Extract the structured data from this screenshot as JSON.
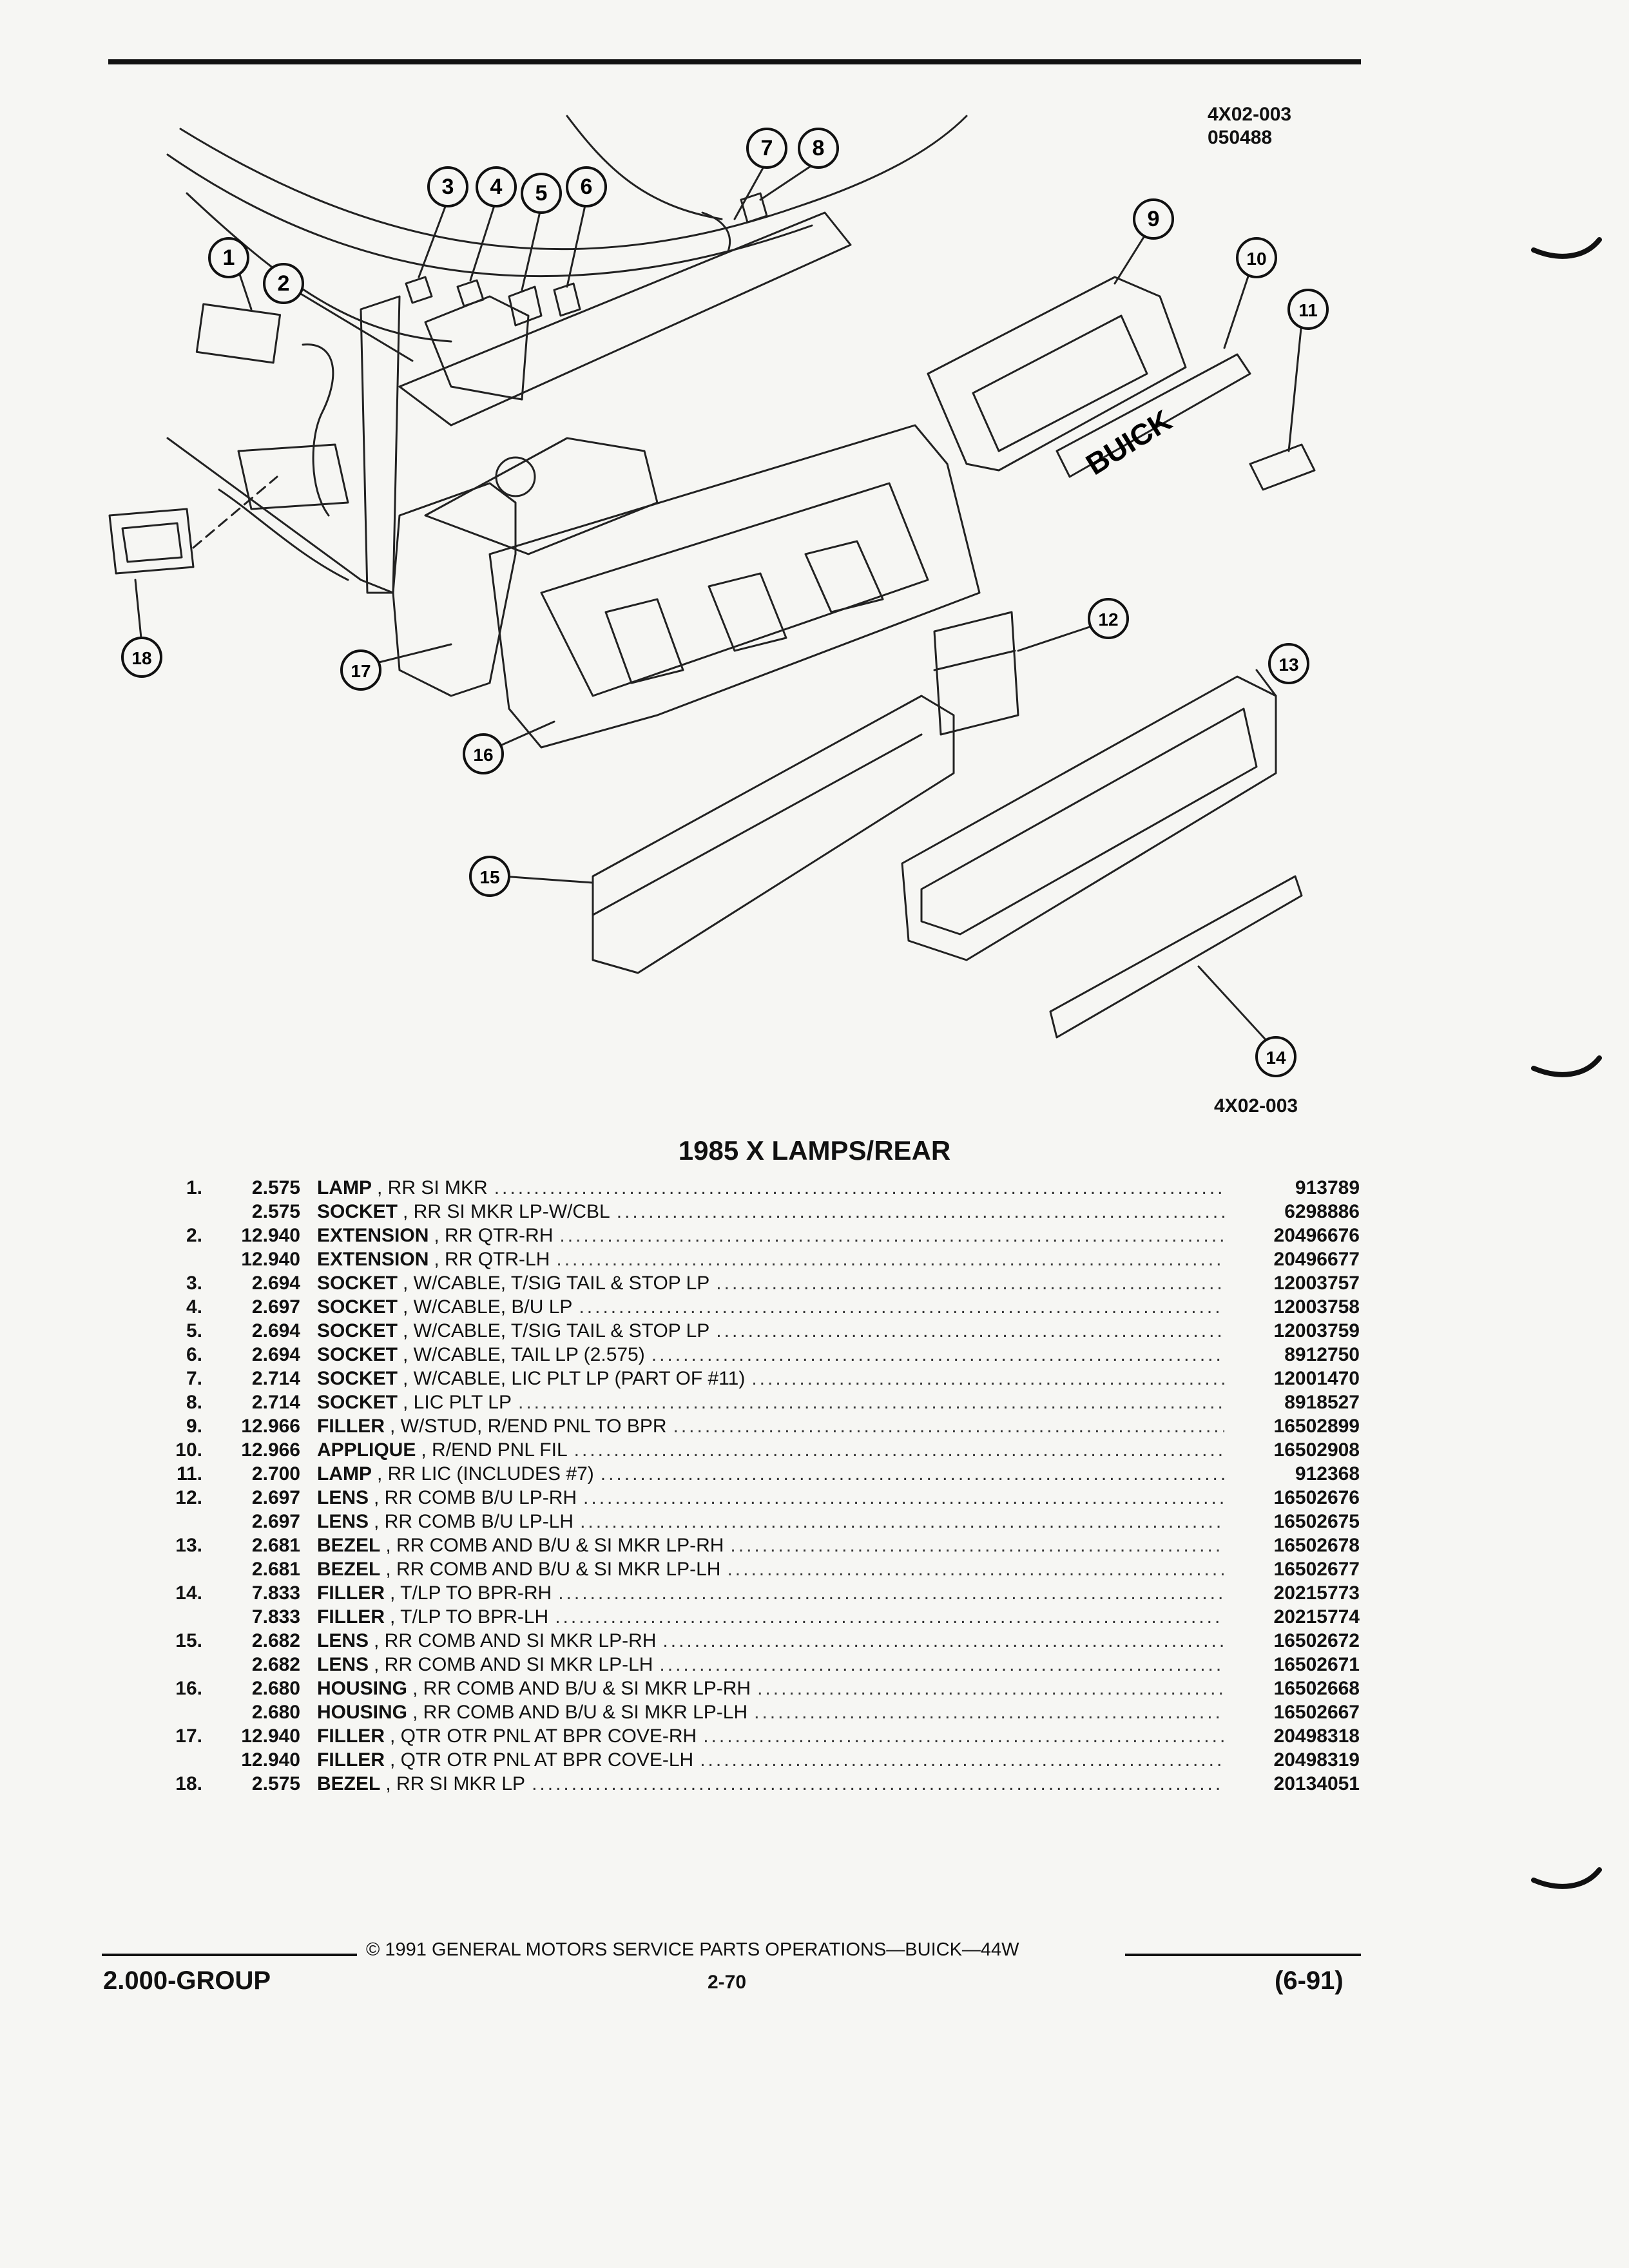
{
  "figure": {
    "code_top": "4X02-003",
    "code_sub": "050488",
    "code_bottom": "4X02-003",
    "applique_text": "BUICK",
    "callouts": [
      "1",
      "2",
      "3",
      "4",
      "5",
      "6",
      "7",
      "8",
      "9",
      "10",
      "11",
      "12",
      "13",
      "14",
      "15",
      "16",
      "17",
      "18"
    ]
  },
  "title": "1985 X LAMPS/REAR",
  "parts": [
    {
      "num": "1.",
      "group": "2.575",
      "name": "LAMP",
      "desc": ", RR SI MKR",
      "part": "913789"
    },
    {
      "num": "",
      "group": "2.575",
      "name": "SOCKET",
      "desc": ", RR SI MKR LP-W/CBL",
      "part": "6298886"
    },
    {
      "num": "2.",
      "group": "12.940",
      "name": "EXTENSION",
      "desc": ", RR QTR-RH",
      "part": "20496676"
    },
    {
      "num": "",
      "group": "12.940",
      "name": "EXTENSION",
      "desc": ", RR QTR-LH",
      "part": "20496677"
    },
    {
      "num": "3.",
      "group": "2.694",
      "name": "SOCKET",
      "desc": ", W/CABLE, T/SIG TAIL & STOP LP",
      "part": "12003757"
    },
    {
      "num": "4.",
      "group": "2.697",
      "name": "SOCKET",
      "desc": ", W/CABLE, B/U LP",
      "part": "12003758"
    },
    {
      "num": "5.",
      "group": "2.694",
      "name": "SOCKET",
      "desc": ", W/CABLE, T/SIG TAIL & STOP LP",
      "part": "12003759"
    },
    {
      "num": "6.",
      "group": "2.694",
      "name": "SOCKET",
      "desc": ", W/CABLE, TAIL LP (2.575)",
      "part": "8912750"
    },
    {
      "num": "7.",
      "group": "2.714",
      "name": "SOCKET",
      "desc": ", W/CABLE, LIC PLT LP (PART OF #11)",
      "part": "12001470"
    },
    {
      "num": "8.",
      "group": "2.714",
      "name": "SOCKET",
      "desc": ", LIC PLT LP",
      "part": "8918527"
    },
    {
      "num": "9.",
      "group": "12.966",
      "name": "FILLER",
      "desc": ", W/STUD, R/END PNL TO BPR",
      "part": "16502899"
    },
    {
      "num": "10.",
      "group": "12.966",
      "name": "APPLIQUE",
      "desc": ", R/END PNL FIL",
      "part": "16502908"
    },
    {
      "num": "11.",
      "group": "2.700",
      "name": "LAMP",
      "desc": ", RR LIC (INCLUDES #7)",
      "part": "912368"
    },
    {
      "num": "12.",
      "group": "2.697",
      "name": "LENS",
      "desc": ", RR COMB B/U LP-RH",
      "part": "16502676"
    },
    {
      "num": "",
      "group": "2.697",
      "name": "LENS",
      "desc": ", RR COMB B/U LP-LH",
      "part": "16502675"
    },
    {
      "num": "13.",
      "group": "2.681",
      "name": "BEZEL",
      "desc": ", RR COMB AND B/U & SI MKR LP-RH",
      "part": "16502678"
    },
    {
      "num": "",
      "group": "2.681",
      "name": "BEZEL",
      "desc": ", RR COMB AND B/U & SI MKR LP-LH",
      "part": "16502677"
    },
    {
      "num": "14.",
      "group": "7.833",
      "name": "FILLER",
      "desc": ", T/LP TO BPR-RH",
      "part": "20215773"
    },
    {
      "num": "",
      "group": "7.833",
      "name": "FILLER",
      "desc": ", T/LP TO BPR-LH",
      "part": "20215774"
    },
    {
      "num": "15.",
      "group": "2.682",
      "name": "LENS",
      "desc": ", RR COMB AND SI MKR LP-RH",
      "part": "16502672"
    },
    {
      "num": "",
      "group": "2.682",
      "name": "LENS",
      "desc": ", RR COMB AND SI MKR LP-LH",
      "part": "16502671"
    },
    {
      "num": "16.",
      "group": "2.680",
      "name": "HOUSING",
      "desc": ", RR COMB AND B/U & SI MKR LP-RH",
      "part": "16502668"
    },
    {
      "num": "",
      "group": "2.680",
      "name": "HOUSING",
      "desc": ", RR COMB AND B/U & SI MKR LP-LH",
      "part": "16502667"
    },
    {
      "num": "17.",
      "group": "12.940",
      "name": "FILLER",
      "desc": ", QTR OTR PNL AT BPR COVE-RH",
      "part": "20498318"
    },
    {
      "num": "",
      "group": "12.940",
      "name": "FILLER",
      "desc": ", QTR OTR PNL AT BPR COVE-LH",
      "part": "20498319"
    },
    {
      "num": "18.",
      "group": "2.575",
      "name": "BEZEL",
      "desc": ", RR SI MKR LP",
      "part": "20134051"
    }
  ],
  "footer": {
    "copyright": "© 1991 GENERAL MOTORS SERVICE PARTS OPERATIONS—BUICK—44W",
    "group": "2.000-GROUP",
    "page": "2-70",
    "date": "(6-91)"
  }
}
